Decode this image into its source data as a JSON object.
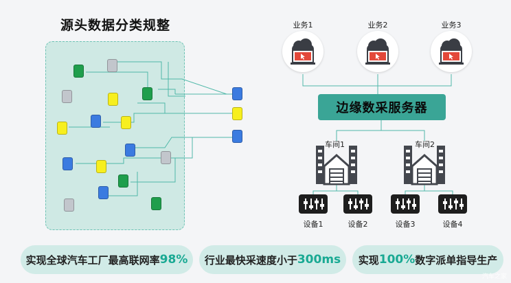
{
  "title": "源头数据分类规整",
  "services": [
    "业务1",
    "业务2",
    "业务3"
  ],
  "edge_server": "边缘数采服务器",
  "workshops": [
    "车间1",
    "车间2"
  ],
  "devices": [
    "设备1",
    "设备2",
    "设备3",
    "设备4"
  ],
  "stats": [
    {
      "prefix": "实现全球汽车工厂最高联网率",
      "highlight": "98%",
      "suffix": ""
    },
    {
      "prefix": "行业最快采速度小于",
      "highlight": "300ms",
      "suffix": ""
    },
    {
      "prefix": "实现",
      "highlight": "100%",
      "suffix": "数字派单指导生产"
    }
  ],
  "watermark": "汽车之家",
  "colors": {
    "teal": "#3aa596",
    "highlight": "#19a993",
    "panel": "#cfe9e4"
  },
  "icons": [
    "cloud-icon",
    "laptop-icon",
    "cursor-icon",
    "factory-icon",
    "equalizer-icon"
  ]
}
